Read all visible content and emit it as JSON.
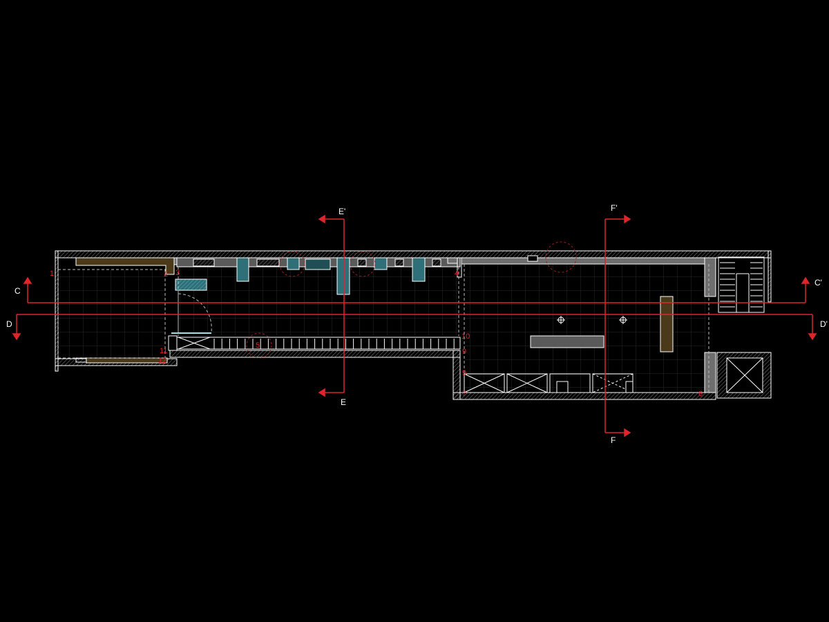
{
  "colors": {
    "background": "#000000",
    "wall": "#ffffff",
    "wall_fill": "#6e6e6e",
    "grid": "#2c2c2c",
    "section_line": "#e0242c",
    "number_text": "#e0242c",
    "label_text": "#ffffff",
    "teal": "#2f6f78",
    "brown": "#4a3a1a",
    "counter": "#5a5a5a"
  },
  "section_markers": {
    "c_start": "C",
    "c_end": "C'",
    "d_start": "D",
    "d_end": "D'",
    "e_top": "E'",
    "e_bottom": "E",
    "f_top": "F'",
    "f_bottom": "F"
  },
  "point_numbers": {
    "n1": "1",
    "n2": "2",
    "n3": "3",
    "n4": "4",
    "n5": "5",
    "n6": "6",
    "n7": "7",
    "n8": "8",
    "n9a": "9",
    "n9b": "9",
    "n10": "10",
    "n11": "11",
    "n12": "12"
  }
}
